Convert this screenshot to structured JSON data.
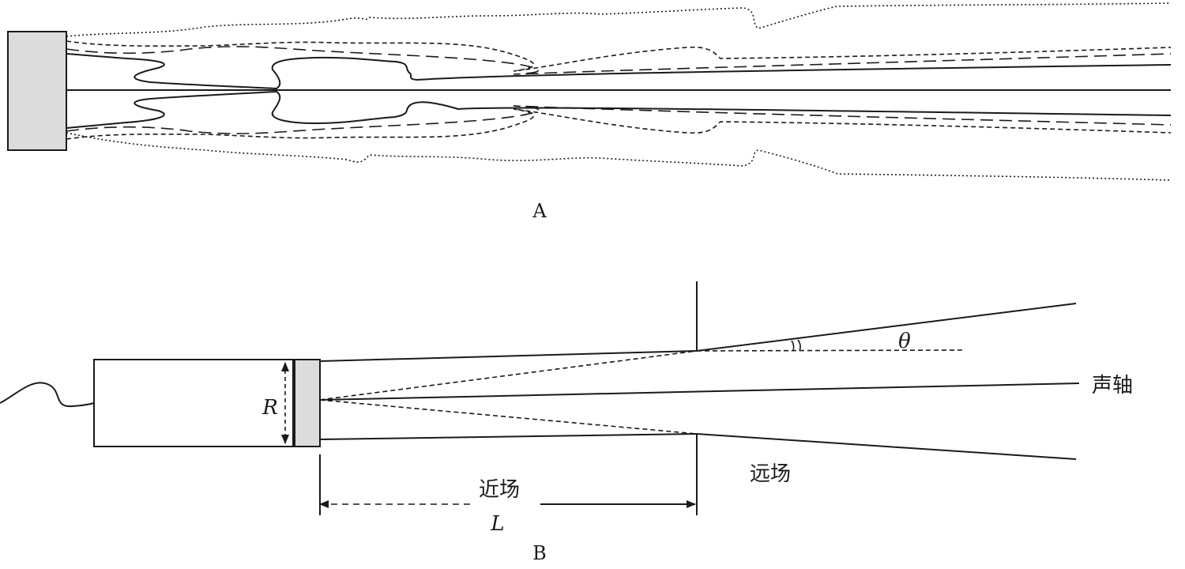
{
  "panel_a": {
    "label": "A"
  },
  "panel_b": {
    "label": "B",
    "radius_label": "R",
    "angle_label": "θ",
    "axis_label": "声轴",
    "near_field_label": "近场",
    "near_field_length_label": "L",
    "far_field_label": "远场"
  },
  "colors": {
    "ink": "#1a1a1a",
    "transducer_face": "#dcdcdc"
  }
}
